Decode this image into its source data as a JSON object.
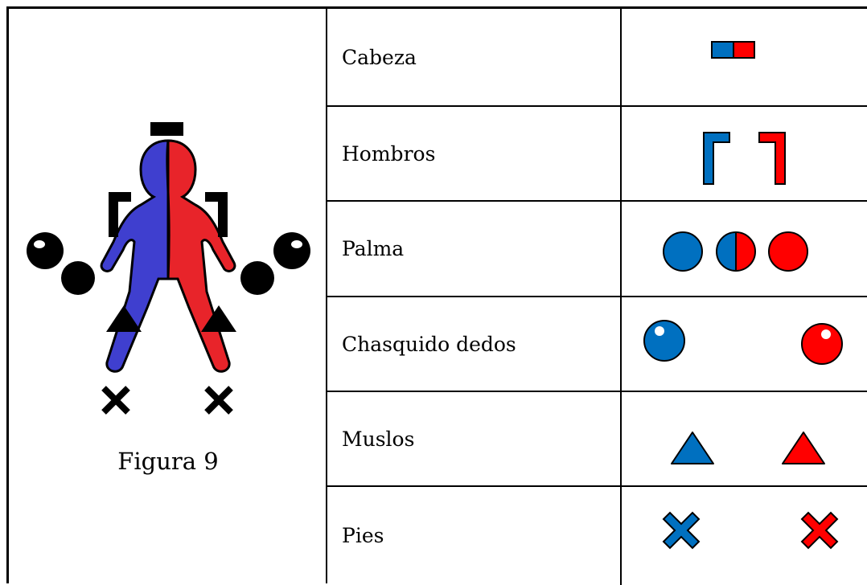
{
  "figure": {
    "caption": "Figura 9",
    "colors": {
      "blue": "#0070c0",
      "red": "#ff0000",
      "body_blue": "#3f3fcf",
      "body_red": "#e8242a",
      "outline": "#000000"
    }
  },
  "legend": {
    "rows": [
      {
        "name": "Cabeza",
        "symbol": "head-bar-icon"
      },
      {
        "name": "Hombros",
        "symbol": "shoulder-brackets-icon"
      },
      {
        "name": "Palma",
        "symbol": "palm-circles-icon"
      },
      {
        "name": "Chasquido dedos",
        "symbol": "finger-snap-balls-icon"
      },
      {
        "name": "Muslos",
        "symbol": "thigh-triangles-icon"
      },
      {
        "name": "Pies",
        "symbol": "feet-cross-icon"
      }
    ]
  }
}
